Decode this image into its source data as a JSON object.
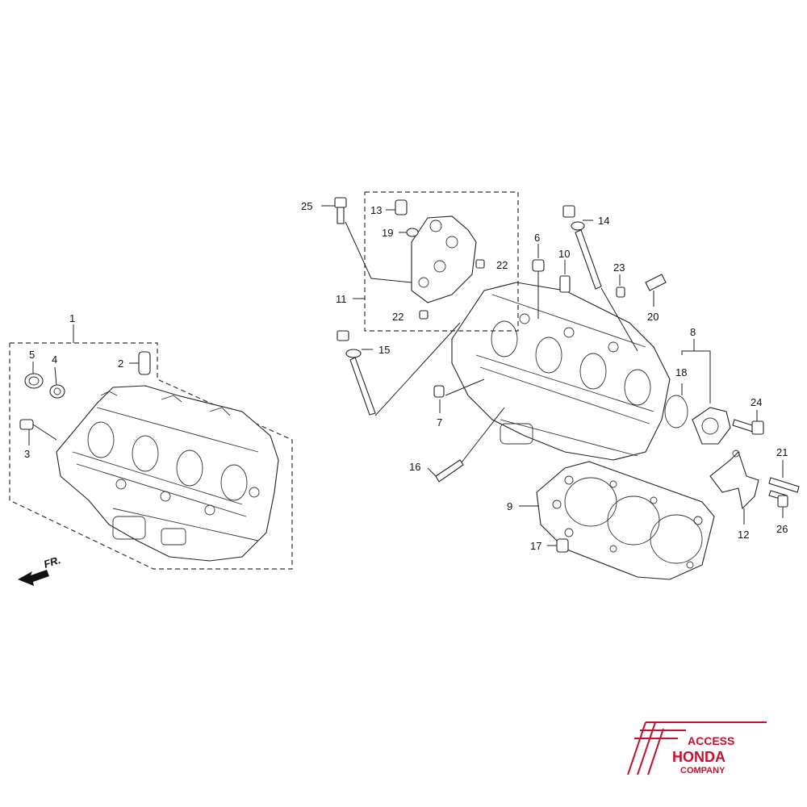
{
  "diagram": {
    "callouts": [
      {
        "id": "1",
        "text": "1"
      },
      {
        "id": "2",
        "text": "2"
      },
      {
        "id": "3",
        "text": "3"
      },
      {
        "id": "4",
        "text": "4"
      },
      {
        "id": "5",
        "text": "5"
      },
      {
        "id": "6",
        "text": "6"
      },
      {
        "id": "7",
        "text": "7"
      },
      {
        "id": "8",
        "text": "8"
      },
      {
        "id": "9",
        "text": "9"
      },
      {
        "id": "10",
        "text": "10"
      },
      {
        "id": "11",
        "text": "11"
      },
      {
        "id": "12",
        "text": "12"
      },
      {
        "id": "13",
        "text": "13"
      },
      {
        "id": "14",
        "text": "14"
      },
      {
        "id": "15",
        "text": "15"
      },
      {
        "id": "16",
        "text": "16"
      },
      {
        "id": "17",
        "text": "17"
      },
      {
        "id": "18",
        "text": "18"
      },
      {
        "id": "19",
        "text": "19"
      },
      {
        "id": "20",
        "text": "20"
      },
      {
        "id": "21",
        "text": "21"
      },
      {
        "id": "22a",
        "text": "22"
      },
      {
        "id": "22b",
        "text": "22"
      },
      {
        "id": "23",
        "text": "23"
      },
      {
        "id": "24",
        "text": "24"
      },
      {
        "id": "25",
        "text": "25"
      },
      {
        "id": "26",
        "text": "26"
      }
    ],
    "direction_label": "FR."
  },
  "logo": {
    "line1": "ACCESS",
    "line2": "HONDA",
    "line3": "COMPANY",
    "color": "#c8102e"
  }
}
